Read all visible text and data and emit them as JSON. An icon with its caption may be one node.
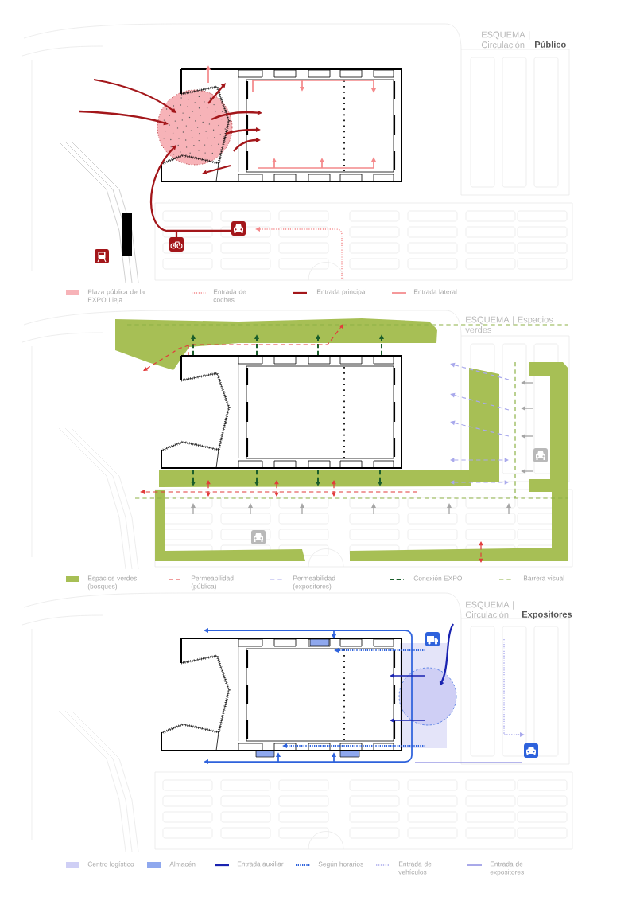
{
  "diagram": {
    "labels": [
      "ESQUEMA | Circulación",
      "Público",
      "ESQUEMA | Espacios verdes",
      "ESQUEMA | Circulación",
      "Expositores"
    ],
    "legend": [
      {
        "text": "Plaza pública de la EXPO Lieja",
        "color": "#f7b3b8"
      },
      {
        "text": "Entrada de coches"
      },
      {
        "text": "Entrada principal"
      },
      {
        "text": "Entrada lateral"
      },
      {
        "text": "Espacios verdes (bosques)",
        "color": "#a7bf55"
      },
      {
        "text": "Permeabilidad (pública)"
      },
      {
        "text": "Permeabilidad (expositores)"
      },
      {
        "text": "Conexión EXPO"
      },
      {
        "text": "Barrera visual"
      },
      {
        "text": "Centro logístico",
        "color": "#cfcff5"
      },
      {
        "text": "Almacén",
        "color": "#8fa8ee"
      },
      {
        "text": "Entrada auxiliar"
      },
      {
        "text": "Según horarios"
      },
      {
        "text": "Entrada de vehículos"
      },
      {
        "text": "Entrada de expositores"
      }
    ]
  }
}
